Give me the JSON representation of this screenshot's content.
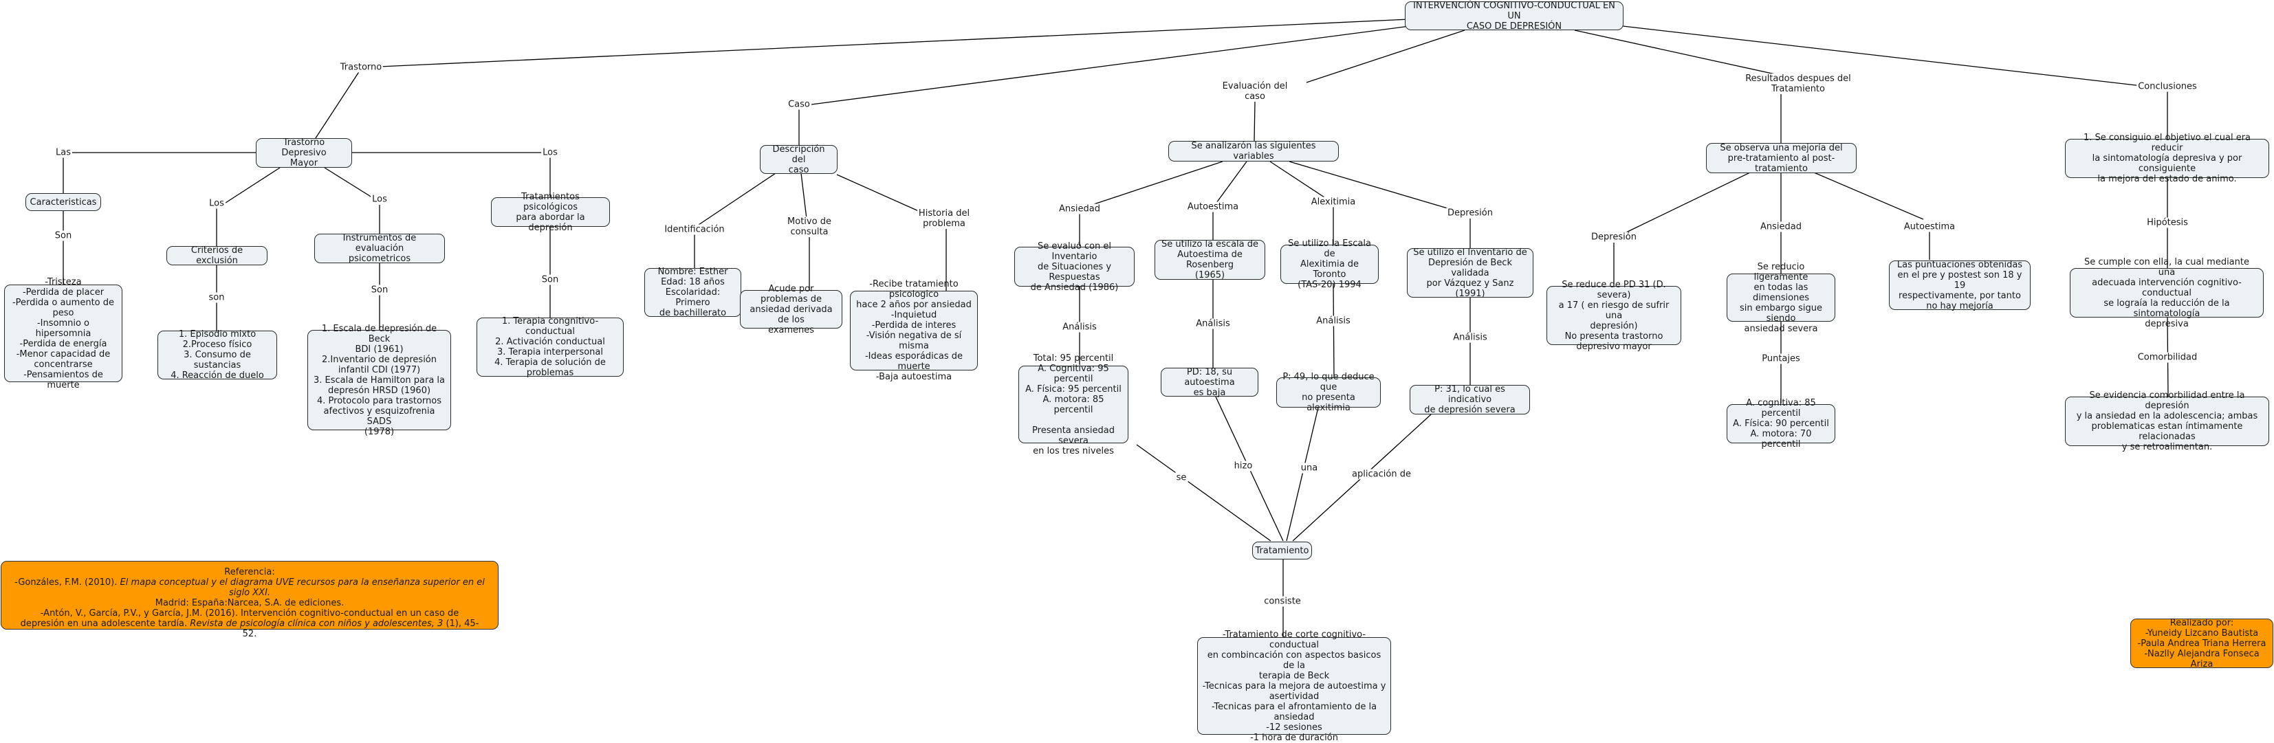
{
  "colors": {
    "node_fill": "#ecf2f4",
    "note_fill": "#ff9900",
    "line": "#000000"
  },
  "root": "INTERVENCIÓN COGNITIVO-CONDUCTUAL EN UN\nCASO DE DEPRESIÓN",
  "nodes": {
    "tdm": "Trastorno Depresivo\nMayor",
    "caracteristicas": "Caracteristicas",
    "caracteristicas_list": "-Tristeza\n-Perdida de placer\n-Perdida o aumento de\npeso\n-Insomnio o hipersomnia\n-Perdida de energía\n-Menor capacidad de\nconcentrarse\n-Pensamientos de muerte",
    "criterios": "Criterios de exclusión",
    "criterios_list": "1. Episodio mixto\n2.Proceso físico\n3. Consumo de sustancias\n4. Reacción de duelo",
    "instrumentos": "Instrumentos de evaluación\npsicometricos",
    "instrumentos_list": "1. Escala de depresión de Beck\nBDI (1961)\n2.Inventario de depresión\ninfantil CDI (1977)\n3. Escala de Hamilton para la\ndepresón HRSD (1960)\n4. Protocolo para trastornos\nafectivos y esquizofrenia SADS\n(1978)",
    "tratamientos": "Tratamientos psicológicos\npara abordar la depresión",
    "tratamientos_list": "1. Terapia congnitivo-conductual\n2.  Activación conductual\n3. Terapia interpersonal\n4. Terapia de solución de\nproblemas",
    "descripcion": "Descripción del\ncaso",
    "identificacion": "Nombre: Esther\nEdad: 18 años\nEscolaridad: Primero\nde bachillerato",
    "motivo": "Acude por problemas de\nansiedad derivada de los\nexamenes",
    "historia": "-Recibe tratamiento psicologico\nhace 2 años por ansiedad\n-Inquietud\n-Perdida de interes\n-Visión negativa de sí misma\n-Ideas esporádicas de muerte\n-Baja autoestima",
    "variables": "Se analizarón las  siguientes variables",
    "ansiedad_inst": "Se evaluó con el Inventario\nde Situaciones y Respuestas\nde Ansiedad (1986)",
    "ansiedad_res": "Total: 95 percentil\nA. Cognitiva: 95 percentil\nA. Física: 95 percentil\nA. motora: 85 percentil\n\nPresenta ansiedad severa\nen los tres niveles",
    "autoestima_inst": "Se utilizo la escala de\nAutoestima de Rosenberg\n(1965)",
    "autoestima_res": "PD: 18, su autoestima\nes baja",
    "alexitimia_inst": "Se utilizo la Escala de\nAlexitimia de  Toronto\n(TAS-20) 1994",
    "alexitimia_res": "P: 49, lo que deduce que\nno presenta alexitimia",
    "depresion_inst": "Se utilizo el Inventario de\nDepresión de Beck validada\npor Vázquez y Sanz\n(1991)",
    "depresion_res": "P: 31, lo cual es indicativo\nde depresión severa",
    "tratamiento": "Tratamiento",
    "tratamiento_desc": "-Tratamiento de corte cognitivo-conductual\nen combincación con aspectos basicos de la\nterapia de Beck\n-Tecnicas para la mejora de autoestima y\nasertividad\n-Tecnicas para el afrontamiento de la\nansiedad\n-12 sesiones\n-1 hora de duración",
    "mejoria": "Se observa una mejoría del\npre-tratamiento al post-tratamiento",
    "res_depresion": "Se reduce de PD 31 (D. severa)\na 17 ( en riesgo de sufrir una\ndepresión)\nNo presenta trastorno\ndepresivo mayor",
    "res_ansiedad": "Se reducio ligeramente\nen todas las dimensiones\nsin embargo sigue siendo\nansiedad severa",
    "res_ansiedad_puntajes": "A. cognitiva: 85 percentil\nA. Física: 90 percentil\nA. motora: 70 percentil",
    "res_autoestima": "Las puntuaciones obtenidas\nen el pre y postest son 18 y 19\nrespectivamente, por tanto\nno hay mejoría",
    "concl_1": "1. Se consiguio el objetivo el cual era reducir\nla sintomatología depresiva y por consiguiente\nla mejora del estado de animo.",
    "concl_hipotesis": "Se cumple con ella, la cual mediante una\nadecuada intervención cognitivo-conductual\nse lograía la reducción de la sintomatología\ndepresiva",
    "concl_comorbilidad": "Se evidencia comorbilidad entre la depresión\ny la ansiedad en la adolescencia; ambas\nproblematicas estan íntimamente relacionadas\ny se retroalimentan."
  },
  "links": {
    "trastorno": "Trastorno",
    "caso": "Caso",
    "evaluacion": "Evaluación del\ncaso",
    "resultados": "Resultados despues del\nTratamiento",
    "conclusiones": "Conclusiones",
    "las": "Las",
    "los_right": "Los",
    "los_crit": "Los",
    "los_inst": "Los",
    "son_car": "Son",
    "son_crit": "son",
    "son_inst": "Son",
    "son_trat": "Son",
    "identificacion": "Identificación",
    "motivo": "Motivo de\nconsulta",
    "historia": "Historia del\nproblema",
    "ansiedad": "Ansiedad",
    "autoestima": "Autoestima",
    "alexitimia": "Alexitimia",
    "depresion": "Depresión",
    "analisis_1": "Análisis",
    "analisis_2": "Análisis",
    "analisis_3": "Análisis",
    "analisis_4": "Análisis",
    "se": "se",
    "hizo": "hizo",
    "una": "una",
    "aplicacion": "aplicación de",
    "consiste": "consiste",
    "r_depresion": "Depresión",
    "r_ansiedad": "Ansiedad",
    "r_autoestima": "Autoestima",
    "puntajes": "Puntajes",
    "hipotesis": "Hipótesis",
    "comorbilidad": "Comorbilidad"
  },
  "reference": {
    "title": "Referencia:",
    "ref1_a": "-Gonzáles, F.M. (2010). ",
    "ref1_title": "El mapa conceptual y el diagrama UVE recursos para la enseñanza superior en el siglo XXI.",
    "ref1_b": "Madrid: España:Narcea, S.A. de ediciones.",
    "ref2_a": "-Antón, V., García, P.V., y García, J.M. (2016). Intervención cognitivo-conductual en un caso de depresión en una adolescente tardía. ",
    "ref2_journal": "Revista de psicología clínica con niños y adolescentes, 3",
    "ref2_b": " (1), 45-52."
  },
  "authors": "Realizado por:\n-Yuneidy Lizcano Bautista\n-Paula Andrea Triana Herrera\n-Nazlly Alejandra Fonseca Ariza"
}
